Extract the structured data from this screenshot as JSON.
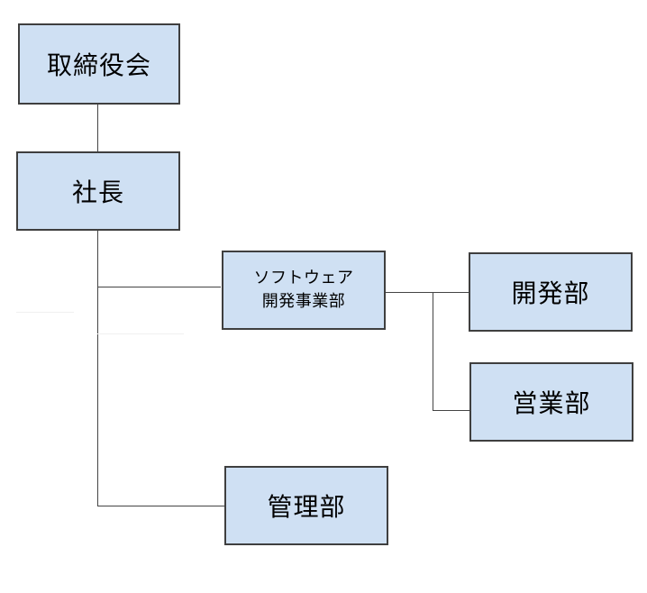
{
  "org_chart": {
    "board": "取締役会",
    "president": "社長",
    "software_division": {
      "line1": "ソフトウェア",
      "line2": "開発事業部"
    },
    "development": "開発部",
    "sales": "営業部",
    "management": "管理部"
  },
  "colors": {
    "box_fill": "#cfe0f3",
    "box_border": "#3f3f3f",
    "connector": "#444444"
  }
}
